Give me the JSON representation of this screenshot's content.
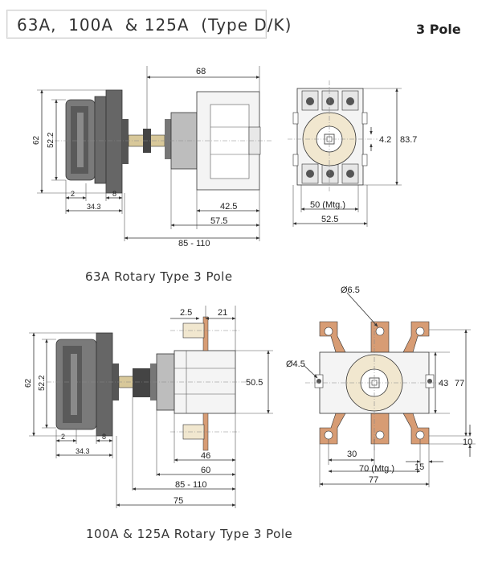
{
  "header": {
    "title": "63A,  100A  & 125A  (Type D/K)",
    "pole_label": "3 Pole"
  },
  "captions": {
    "top": "63A  Rotary  Type  3  Pole",
    "bottom": "100A  &  125A  Rotary  Type  3  Pole"
  },
  "top_dims": {
    "d68": "68",
    "d62": "62",
    "d52_2": "52.2",
    "d2": "2",
    "d8": "8",
    "d34_3": "34.3",
    "d42_5": "42.5",
    "d57_5": "57.5",
    "d85_110": "85 - 110",
    "d4_2": "4.2",
    "d83_7": "83.7",
    "d50mtg": "50 (Mtg.)",
    "d52_5": "52.5"
  },
  "bottom_dims": {
    "d2_5": "2.5",
    "d21": "21",
    "d62": "62",
    "d52_2": "52.2",
    "d2": "2",
    "d8": "8",
    "d34_3": "34.3",
    "d50_5": "50.5",
    "d46": "46",
    "d60": "60",
    "d85_110": "85 - 110",
    "d75": "75",
    "d6_5": "Ø6.5",
    "d4_5": "Ø4.5",
    "d43": "43",
    "d77v": "77",
    "d10": "10",
    "d30": "30",
    "d70mtg": "70 (Mtg.)",
    "d15": "15",
    "d77h": "77"
  },
  "colors": {
    "handle": "#6e6e6e",
    "handle_dark": "#4a4a4a",
    "body": "#f4f4f4",
    "copper": "#d79c74",
    "cream": "#f1e7cf",
    "shaft": "#d8c89a"
  }
}
